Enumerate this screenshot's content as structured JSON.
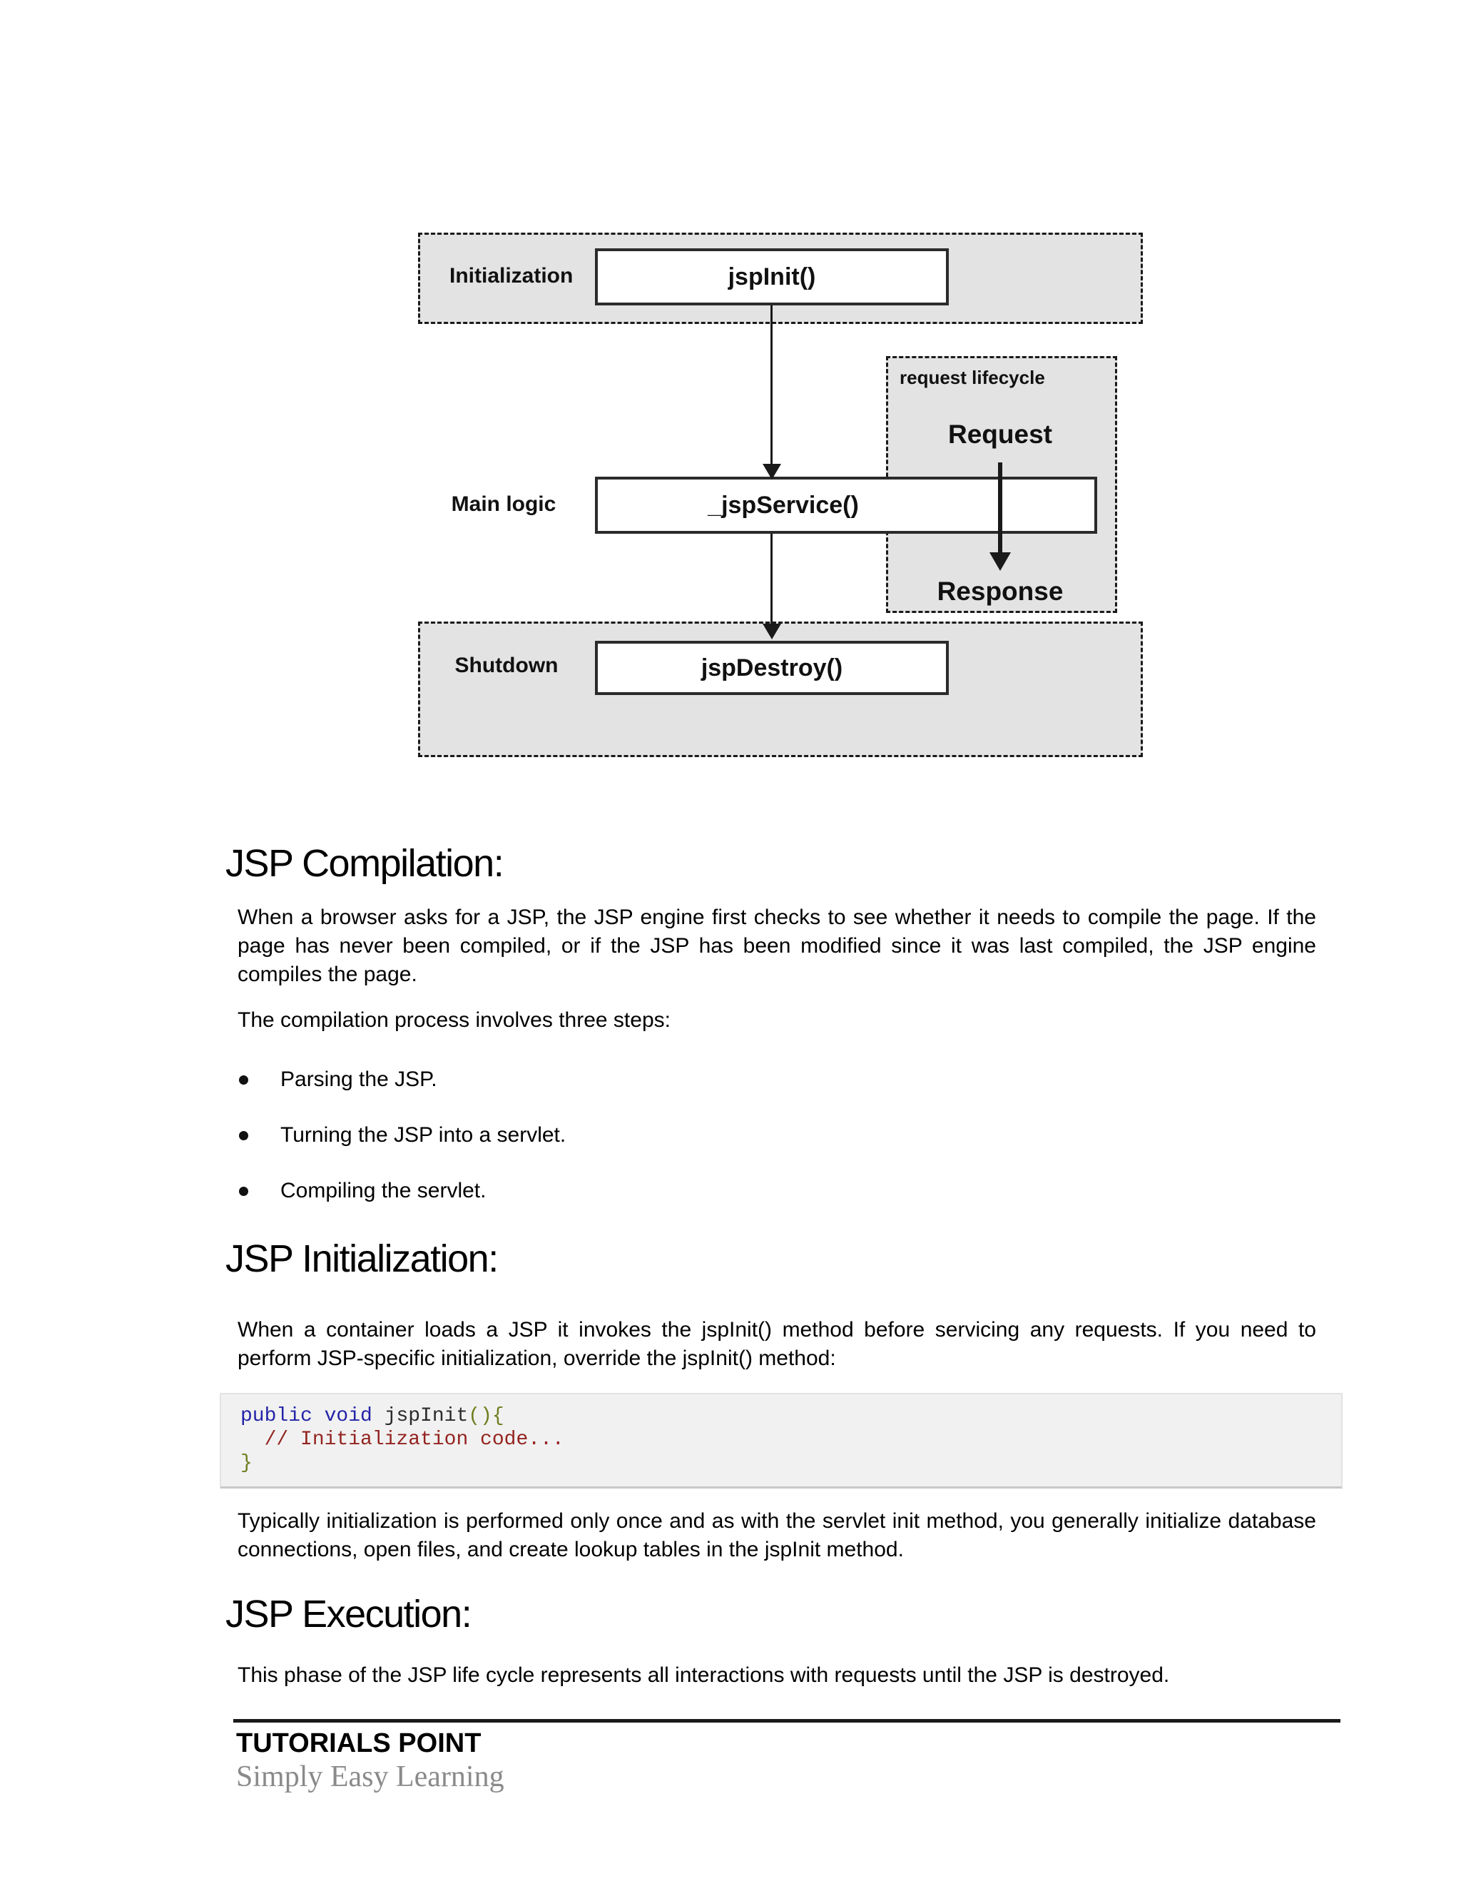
{
  "diagram": {
    "initialization_label": "Initialization",
    "jspinit_label": "jspInit()",
    "main_logic_label": "Main logic",
    "jspservice_label": "_jspService()",
    "request_lifecycle_label": "request lifecycle",
    "request_label": "Request",
    "response_label": "Response",
    "shutdown_label": "Shutdown",
    "jspdestroy_label": "jspDestroy()",
    "colors": {
      "region_bg": "#e3e3e3",
      "border": "#1a1a1a",
      "box_bg": "#ffffff"
    }
  },
  "compilation": {
    "heading": "JSP Compilation:",
    "para1_lines": [
      "When a browser asks for a JSP, the JSP engine first checks to see whether it needs to compile the page. If the",
      "page has never been compiled, or if the JSP has been modified since it was last compiled, the JSP engine",
      "compiles the page."
    ],
    "para2": "The compilation process involves three steps:",
    "bullets": [
      "Parsing the JSP.",
      "Turning the JSP into a servlet.",
      "Compiling the servlet."
    ]
  },
  "initialization": {
    "heading": "JSP Initialization:",
    "para_lines": [
      "When a container loads a JSP it invokes the jspInit() method before servicing any requests. If you need to",
      "perform JSP-specific initialization, override the jspInit() method:"
    ],
    "code": {
      "line1_keyword": "public void ",
      "line1_plain": "jspInit",
      "line1_brace": "(){",
      "line2_comment": "  // Initialization code...",
      "line3_brace": "}"
    },
    "code_colors": {
      "keyword": "#2424a8",
      "plain": "#2b2b2b",
      "brace": "#6f7d1f",
      "comment": "#932420"
    },
    "para2_lines": [
      "Typically initialization is performed only once and as with the servlet init method, you generally initialize database",
      "connections, open files, and create lookup tables in the jspInit method."
    ]
  },
  "execution": {
    "heading": "JSP Execution:",
    "para": "This phase of the JSP life cycle represents all interactions with requests until the JSP is destroyed."
  },
  "footer": {
    "brand": "TUTORIALS POINT",
    "tagline": "Simply Easy Learning"
  }
}
